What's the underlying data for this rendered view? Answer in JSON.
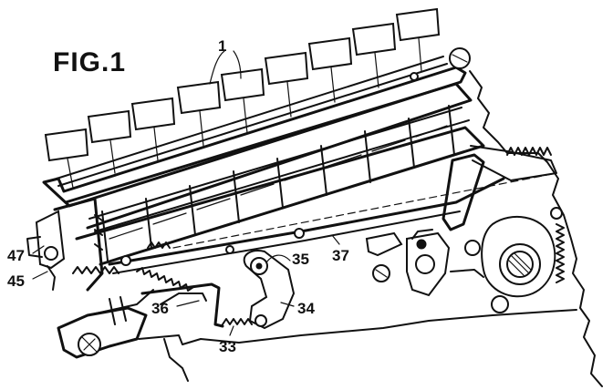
{
  "figure": {
    "title": "FIG.1",
    "callouts": [
      {
        "id": "1",
        "text": "1"
      },
      {
        "id": "47",
        "text": "47"
      },
      {
        "id": "45",
        "text": "45"
      },
      {
        "id": "36",
        "text": "36"
      },
      {
        "id": "33",
        "text": "33"
      },
      {
        "id": "34",
        "text": "34"
      },
      {
        "id": "35",
        "text": "35"
      },
      {
        "id": "37",
        "text": "37"
      }
    ]
  }
}
